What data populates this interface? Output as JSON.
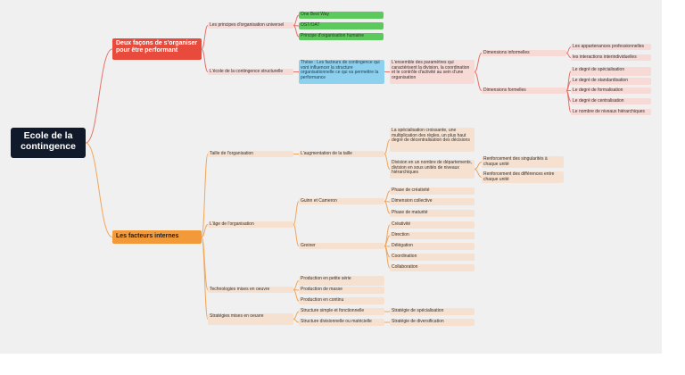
{
  "root": {
    "label": "Ecole de la contingence"
  },
  "branch_top": {
    "label": "Deux façons de s'organiser pour être performant",
    "principles": {
      "label": "Les principes d'organisation universel",
      "items": [
        "One Best Way",
        "OST/OAT",
        "Principe d'organisation humaine"
      ]
    },
    "contingency": {
      "label": "L'école de la contingence structurelle",
      "thesis": "Thèse : Les facteurs de contingence qui vont influencer la structure organisationnelle ce qui va permettre la performance",
      "definition": "L'ensemble des paramètres qui caractérisent la division, la coordination et le contrôle d'activité au sein d'une organisation",
      "informal": {
        "label": "Dimensions informelles",
        "items": [
          "Les appartenances professionnelles",
          "les interactions interindividuelles"
        ]
      },
      "formal": {
        "label": "Dimensions formelles",
        "items": [
          "Le degré de spécialisation",
          "Le degré de standardisation",
          "Le degré de formalisation",
          "Le degré de centralisation",
          "Le nombre de niveaux hiérarchiques"
        ]
      }
    }
  },
  "branch_bottom": {
    "label": "Les facteurs internes",
    "size": {
      "label": "Taille de l'organisation",
      "increase": "L'augmentation de la taille",
      "specialization": "La spécialisation croissante, une multiplication des règles, un plus haut degré de décentralisation des décisions",
      "division": "Division en un nombre de départements, division en sous unités de niveaux hiérarchiques",
      "reinforce1": "Renforcement des singularités à chaque unité",
      "reinforce2": "Renforcement des différences entre chaque unité"
    },
    "age": {
      "label": "L'âge de l'organisation",
      "guinn": {
        "label": "Guinn et Cameron",
        "items": [
          "Phase de créativité",
          "Dimension collective",
          "Phase de maturité"
        ]
      },
      "greiner": {
        "label": "Greiner",
        "items": [
          "Créativité",
          "Direction",
          "Délégation",
          "Coordination",
          "Collaboration"
        ]
      }
    },
    "tech": {
      "label": "Technologies mises en oeuvre",
      "items": [
        "Production en petite série",
        "Production de masse",
        "Production en continu"
      ]
    },
    "strategy": {
      "label": "Stratégies mises en oeuvre",
      "simple": "Structure simple et fonctionnelle",
      "simple_strategy": "Stratégie de spécialisation",
      "divisional": "Structure divisionnelle ou matricielle",
      "divisional_strategy": "Stratégie de diversification"
    }
  },
  "colors": {
    "canvas": "#f0f0f0",
    "root": "#111a2b",
    "red_branch": "#e84a3c",
    "orange_branch": "#f29a3a",
    "red_pill": "#f7d9d5",
    "peach_pill": "#f6e1d0",
    "green_pill": "#5cc95c",
    "blue_pill": "#8ed1ee",
    "red_line": "#e8736a",
    "orange_line": "#f2a65a"
  }
}
